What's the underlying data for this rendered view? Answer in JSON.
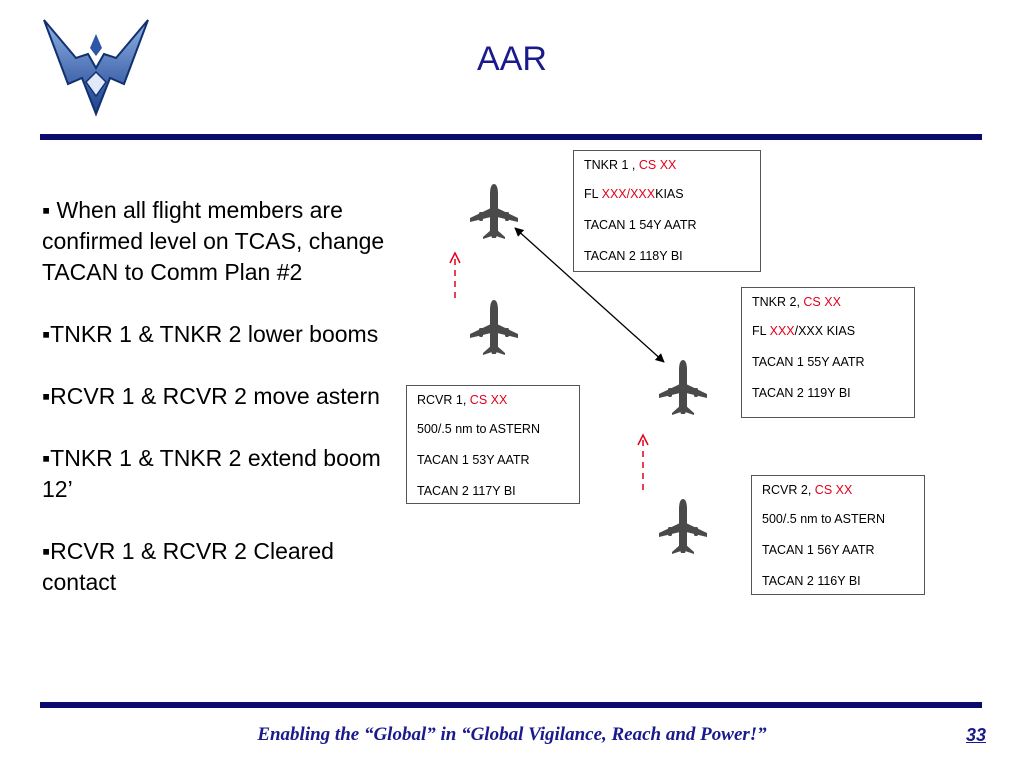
{
  "slide": {
    "title": "AAR",
    "page_number": "33",
    "footer": "Enabling the “Global” in “Global Vigilance, Reach and Power!”"
  },
  "bullets": [
    "▪  When all flight members are confirmed level on TCAS, change TACAN to Comm Plan #2",
    "▪TNKR 1 & TNKR 2 lower booms",
    "▪RCVR 1 & RCVR 2 move astern",
    "▪TNKR 1 & TNKR 2 extend boom 12’",
    "▪RCVR 1 & RCVR 2 Cleared contact"
  ],
  "boxes": {
    "tnkr1": {
      "line1_prefix": "TNKR 1 , ",
      "line1_red": "CS XX",
      "line2_prefix": "FL ",
      "line2_red": "XXX/XXX",
      "line2_suffix": "KIAS",
      "line3": "TACAN 1  54Y AATR",
      "line4": "TACAN 2   118Y BI"
    },
    "tnkr2": {
      "line1_prefix": "TNKR 2, ",
      "line1_red": "CS XX",
      "line2_prefix": "FL ",
      "line2_red": "XXX",
      "line2_suffix": "/XXX KIAS",
      "line3": "TACAN 1   55Y AATR",
      "line4": "TACAN 2   119Y BI"
    },
    "rcvr1": {
      "line1_prefix": "RCVR 1, ",
      "line1_red": "CS XX",
      "line2": "500/.5 nm to ASTERN",
      "line3": "TACAN 1  53Y AATR",
      "line4": "TACAN 2   117Y BI"
    },
    "rcvr2": {
      "line1_prefix": "RCVR 2, ",
      "line1_red": "CS XX",
      "line2": "500/.5 nm to ASTERN",
      "line3": "TACAN 1  56Y AATR",
      "line4": "TACAN 2   116Y BI"
    }
  },
  "colors": {
    "title": "#1a1a8c",
    "rule": "#0b0b6e",
    "highlight": "#e3001b",
    "aircraft": "#4a4a4a"
  },
  "icons": {
    "logo": "air-force-symbol",
    "aircraft": "airplane-icon"
  }
}
